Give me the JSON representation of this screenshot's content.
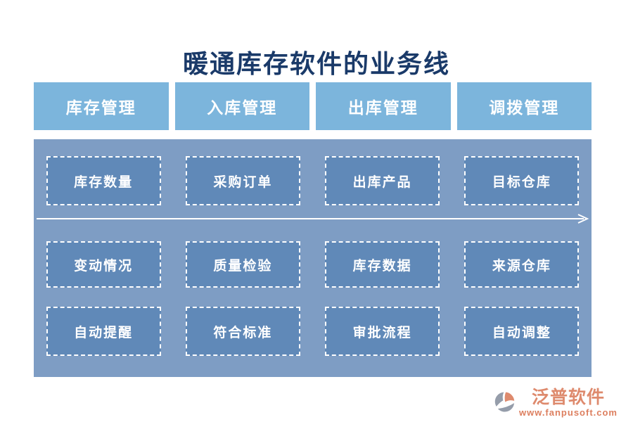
{
  "title": "暖通库存软件的业务线",
  "columns": [
    {
      "header": "库存管理",
      "items": [
        "库存数量",
        "变动情况",
        "自动提醒"
      ]
    },
    {
      "header": "入库管理",
      "items": [
        "采购订单",
        "质量检验",
        "符合标准"
      ]
    },
    {
      "header": "出库管理",
      "items": [
        "出库产品",
        "库存数据",
        "审批流程"
      ]
    },
    {
      "header": "调拨管理",
      "items": [
        "目标仓库",
        "来源仓库",
        "自动调整"
      ]
    }
  ],
  "footer": {
    "brand": "泛普软件",
    "url": "www.fanpusoft.com"
  },
  "colors": {
    "title_text": "#1a3a69",
    "header_bg": "#7cb5dc",
    "header_text": "#ffffff",
    "panel_bg": "#7e9dc4",
    "box_bg": "#6089b8",
    "box_border": "#ffffff",
    "box_text": "#ffffff",
    "arrow": "#ffffff",
    "brand_color": "#de8a6d",
    "url_color": "#dd7f5f",
    "logo_gray": "#959daa"
  }
}
